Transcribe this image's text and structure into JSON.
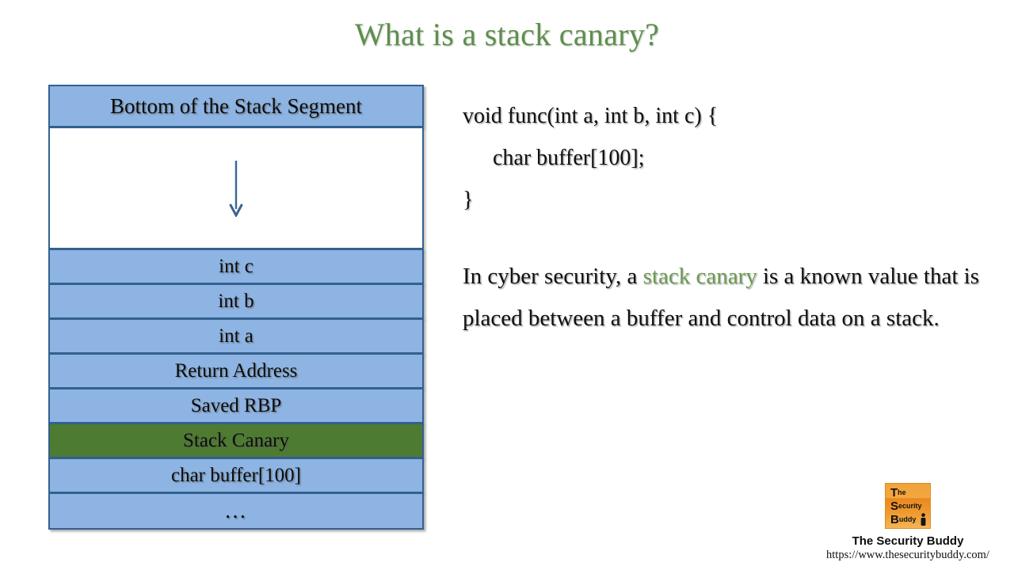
{
  "slide": {
    "title": "What is a stack canary?"
  },
  "stack_diagram": {
    "header_label": "Bottom of the Stack Segment",
    "growth_arrow_icon": "arrow-down-icon",
    "colors": {
      "cell_fill": "#8db4e2",
      "cell_border": "#33618f",
      "canary_fill": "#4e7b32",
      "empty_fill": "#ffffff"
    },
    "rows": [
      {
        "label": "int c",
        "kind": "cell"
      },
      {
        "label": "int b",
        "kind": "cell"
      },
      {
        "label": "int a",
        "kind": "cell"
      },
      {
        "label": "Return Address",
        "kind": "cell"
      },
      {
        "label": "Saved RBP",
        "kind": "cell"
      },
      {
        "label": "Stack Canary",
        "kind": "canary"
      },
      {
        "label": "char buffer[100]",
        "kind": "cell"
      },
      {
        "label": "…",
        "kind": "ellipsis"
      }
    ]
  },
  "code": {
    "lines": [
      "void func(int a, int b, int c) {",
      "char buffer[100];",
      "}"
    ]
  },
  "paragraph": {
    "before": "In cyber security, a ",
    "highlight": "stack canary",
    "after": " is a known value that is placed between a buffer and control data on a stack.",
    "highlight_color": "#6d9b52"
  },
  "branding": {
    "logo_line1_initial": "T",
    "logo_line1_rest": "he",
    "logo_line2_initial": "S",
    "logo_line2_rest": "ecurity",
    "logo_line3_initial": "B",
    "logo_line3_rest": "uddy",
    "name": "The Security Buddy",
    "url": "https://www.thesecuritybuddy.com/",
    "logo_bg": "#f0a33a"
  }
}
